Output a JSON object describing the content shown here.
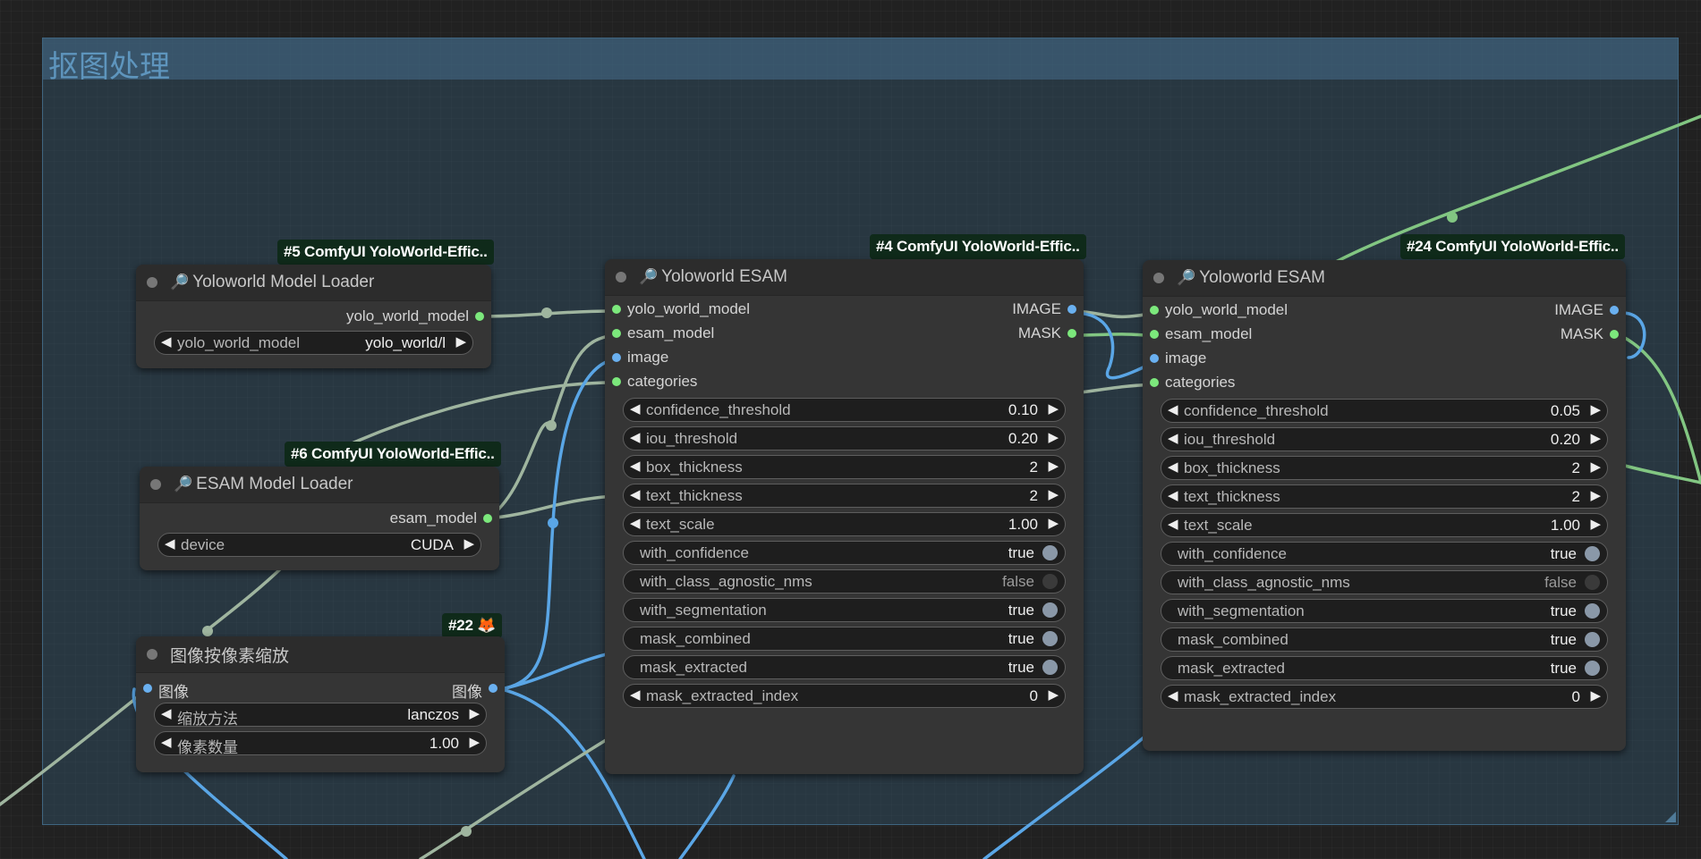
{
  "group": {
    "title": "抠图处理"
  },
  "nodes": {
    "model_loader": {
      "badge": "#5 ComfyUI YoloWorld-Effic..",
      "icon": "🔎",
      "title": "Yoloworld Model Loader",
      "output": "yolo_world_model",
      "widget": {
        "label": "yolo_world_model",
        "value": "yolo_world/l"
      }
    },
    "esam_loader": {
      "badge": "#6 ComfyUI YoloWorld-Effic..",
      "icon": "🔎",
      "title": "ESAM Model Loader",
      "output": "esam_model",
      "widget": {
        "label": "device",
        "value": "CUDA"
      }
    },
    "scale": {
      "badge": "#22 🦊",
      "title": "图像按像素缩放",
      "input": "图像",
      "output": "图像",
      "widgets": [
        {
          "label": "缩放方法",
          "value": "lanczos"
        },
        {
          "label": "像素数量",
          "value": "1.00"
        }
      ]
    },
    "esam1": {
      "badge": "#4 ComfyUI YoloWorld-Effic..",
      "icon": "🔎",
      "title": "Yoloworld ESAM",
      "inputs": [
        "yolo_world_model",
        "esam_model",
        "image",
        "categories"
      ],
      "outputs": [
        "IMAGE",
        "MASK"
      ],
      "numbers": [
        {
          "label": "confidence_threshold",
          "value": "0.10"
        },
        {
          "label": "iou_threshold",
          "value": "0.20"
        },
        {
          "label": "box_thickness",
          "value": "2"
        },
        {
          "label": "text_thickness",
          "value": "2"
        },
        {
          "label": "text_scale",
          "value": "1.00"
        }
      ],
      "toggles": [
        {
          "label": "with_confidence",
          "value": "true"
        },
        {
          "label": "with_class_agnostic_nms",
          "value": "false"
        },
        {
          "label": "with_segmentation",
          "value": "true"
        },
        {
          "label": "mask_combined",
          "value": "true"
        },
        {
          "label": "mask_extracted",
          "value": "true"
        }
      ],
      "last": {
        "label": "mask_extracted_index",
        "value": "0"
      }
    },
    "esam2": {
      "badge": "#24 ComfyUI YoloWorld-Effic..",
      "icon": "🔎",
      "title": "Yoloworld ESAM",
      "inputs": [
        "yolo_world_model",
        "esam_model",
        "image",
        "categories"
      ],
      "outputs": [
        "IMAGE",
        "MASK"
      ],
      "numbers": [
        {
          "label": "confidence_threshold",
          "value": "0.05"
        },
        {
          "label": "iou_threshold",
          "value": "0.20"
        },
        {
          "label": "box_thickness",
          "value": "2"
        },
        {
          "label": "text_thickness",
          "value": "2"
        },
        {
          "label": "text_scale",
          "value": "1.00"
        }
      ],
      "toggles": [
        {
          "label": "with_confidence",
          "value": "true"
        },
        {
          "label": "with_class_agnostic_nms",
          "value": "false"
        },
        {
          "label": "with_segmentation",
          "value": "true"
        },
        {
          "label": "mask_combined",
          "value": "true"
        },
        {
          "label": "mask_extracted",
          "value": "true"
        }
      ],
      "last": {
        "label": "mask_extracted_index",
        "value": "0"
      }
    }
  },
  "colors": {
    "link_green": "#8fd08f",
    "link_gray": "#9aa89a",
    "link_blue": "#5aa6e6"
  }
}
